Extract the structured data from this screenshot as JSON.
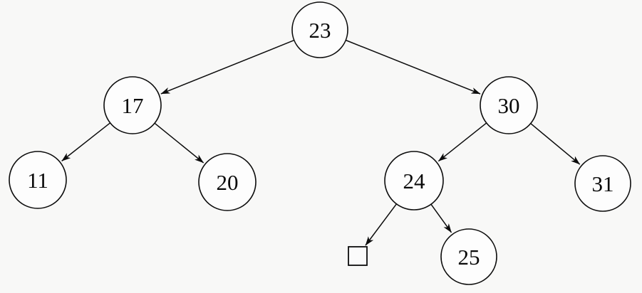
{
  "diagram": {
    "type": "binary-search-tree",
    "colors": {
      "background": "#f8f8f7",
      "node_fill": "#fdfdfd",
      "stroke": "#0c0c0c",
      "text": "#090909"
    },
    "nodes": [
      {
        "id": "23",
        "label": "23",
        "shape": "circle",
        "level": 0
      },
      {
        "id": "17",
        "label": "17",
        "shape": "circle",
        "level": 1
      },
      {
        "id": "30",
        "label": "30",
        "shape": "circle",
        "level": 1
      },
      {
        "id": "11",
        "label": "11",
        "shape": "circle",
        "level": 2
      },
      {
        "id": "20",
        "label": "20",
        "shape": "circle",
        "level": 2
      },
      {
        "id": "24",
        "label": "24",
        "shape": "circle",
        "level": 2
      },
      {
        "id": "31",
        "label": "31",
        "shape": "circle",
        "level": 2
      },
      {
        "id": "nil",
        "label": "",
        "shape": "square",
        "level": 3
      },
      {
        "id": "25",
        "label": "25",
        "shape": "circle",
        "level": 3
      }
    ],
    "edges": [
      {
        "from": "23",
        "to": "17",
        "side": "left"
      },
      {
        "from": "23",
        "to": "30",
        "side": "right"
      },
      {
        "from": "17",
        "to": "11",
        "side": "left"
      },
      {
        "from": "17",
        "to": "20",
        "side": "right"
      },
      {
        "from": "30",
        "to": "24",
        "side": "left"
      },
      {
        "from": "30",
        "to": "31",
        "side": "right"
      },
      {
        "from": "24",
        "to": "nil",
        "side": "left"
      },
      {
        "from": "24",
        "to": "25",
        "side": "right"
      }
    ]
  }
}
